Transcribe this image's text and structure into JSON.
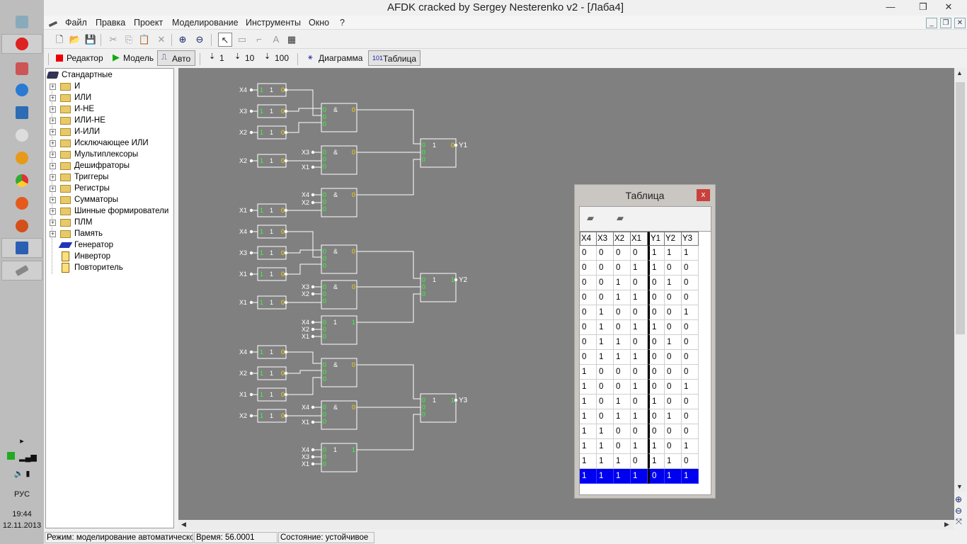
{
  "app": {
    "title": "AFDK cracked by Sergey Nesterenko v2 - [Лаба4]",
    "win_buttons": {
      "minimize": "—",
      "restore": "❐",
      "close": "✕"
    },
    "mdi_buttons": {
      "minimize": "_",
      "restore": "❐",
      "close": "✕"
    }
  },
  "menu": [
    "Файл",
    "Правка",
    "Проект",
    "Моделирование",
    "Инструменты",
    "Окно",
    "?"
  ],
  "toolbar1": [
    {
      "icon": "new-file-icon",
      "glyph": "🗋"
    },
    {
      "icon": "open-folder-icon",
      "glyph": "📂"
    },
    {
      "icon": "save-icon",
      "glyph": "💾"
    },
    {
      "icon": "cut-icon",
      "glyph": "✂"
    },
    {
      "icon": "copy-icon",
      "glyph": "⎘"
    },
    {
      "icon": "paste-icon",
      "glyph": "📋"
    },
    {
      "icon": "delete-icon",
      "glyph": "✕"
    },
    {
      "icon": "zoom-in-icon",
      "glyph": "⊕"
    },
    {
      "icon": "zoom-out-icon",
      "glyph": "⊖"
    },
    {
      "icon": "pointer-icon",
      "glyph": "↖"
    },
    {
      "icon": "block-icon",
      "glyph": "▭"
    },
    {
      "icon": "wire-icon",
      "glyph": "⌐"
    },
    {
      "icon": "text-icon",
      "glyph": "A"
    },
    {
      "icon": "properties-icon",
      "glyph": "▦"
    }
  ],
  "toolbar2": {
    "editor": "Редактор",
    "model": "Модель",
    "auto": "Авто",
    "step1": "1",
    "step10": "10",
    "step100": "100",
    "diagram": "Диаграмма",
    "table": "Таблица"
  },
  "tree": {
    "root": "Стандартные",
    "folders": [
      "И",
      "ИЛИ",
      "И-НЕ",
      "ИЛИ-НЕ",
      "И-ИЛИ",
      "Исключающее ИЛИ",
      "Мультиплексоры",
      "Дешифраторы",
      "Триггеры",
      "Регистры",
      "Сумматоры",
      "Шинные формирователи",
      "ПЛМ",
      "Память"
    ],
    "leaves": [
      "Генератор",
      "Инвертор",
      "Повторитель"
    ],
    "expander": "+"
  },
  "circuit": {
    "input_labels": {
      "x1": "X1",
      "x2": "X2",
      "x3": "X3",
      "x4": "X4"
    },
    "outputs": [
      "Y1",
      "Y2",
      "Y3"
    ],
    "buffer_text": "1",
    "and_text": "&",
    "or_text": "1",
    "val0": "0",
    "val1": "1"
  },
  "dialog": {
    "title": "Таблица",
    "close": "x",
    "columns": [
      "X4",
      "X3",
      "X2",
      "X1",
      "Y1",
      "Y2",
      "Y3"
    ],
    "rows": [
      [
        "0",
        "0",
        "0",
        "0",
        "1",
        "1",
        "1"
      ],
      [
        "0",
        "0",
        "0",
        "1",
        "1",
        "0",
        "0"
      ],
      [
        "0",
        "0",
        "1",
        "0",
        "0",
        "1",
        "0"
      ],
      [
        "0",
        "0",
        "1",
        "1",
        "0",
        "0",
        "0"
      ],
      [
        "0",
        "1",
        "0",
        "0",
        "0",
        "0",
        "1"
      ],
      [
        "0",
        "1",
        "0",
        "1",
        "1",
        "0",
        "0"
      ],
      [
        "0",
        "1",
        "1",
        "0",
        "0",
        "1",
        "0"
      ],
      [
        "0",
        "1",
        "1",
        "1",
        "0",
        "0",
        "0"
      ],
      [
        "1",
        "0",
        "0",
        "0",
        "0",
        "0",
        "0"
      ],
      [
        "1",
        "0",
        "0",
        "1",
        "0",
        "0",
        "1"
      ],
      [
        "1",
        "0",
        "1",
        "0",
        "1",
        "0",
        "0"
      ],
      [
        "1",
        "0",
        "1",
        "1",
        "0",
        "1",
        "0"
      ],
      [
        "1",
        "1",
        "0",
        "0",
        "0",
        "0",
        "0"
      ],
      [
        "1",
        "1",
        "0",
        "1",
        "1",
        "0",
        "1"
      ],
      [
        "1",
        "1",
        "1",
        "0",
        "1",
        "1",
        "0"
      ],
      [
        "1",
        "1",
        "1",
        "1",
        "0",
        "1",
        "1"
      ]
    ],
    "selected_row": 15,
    "selection_color": "#0000f0"
  },
  "status": {
    "mode": "Режим: моделирование автоматическое",
    "time": "Время: 56.0001",
    "state": "Состояние: устойчивое"
  },
  "taskbar": {
    "lang": "РУС",
    "time": "19:44",
    "date": "12.11.2013"
  },
  "colors": {
    "canvas": "#808080",
    "wire": "#ffffff",
    "low": "#ffd700",
    "high": "#33ff33",
    "selected": "#0000f0",
    "close_red": "#c9413b"
  }
}
